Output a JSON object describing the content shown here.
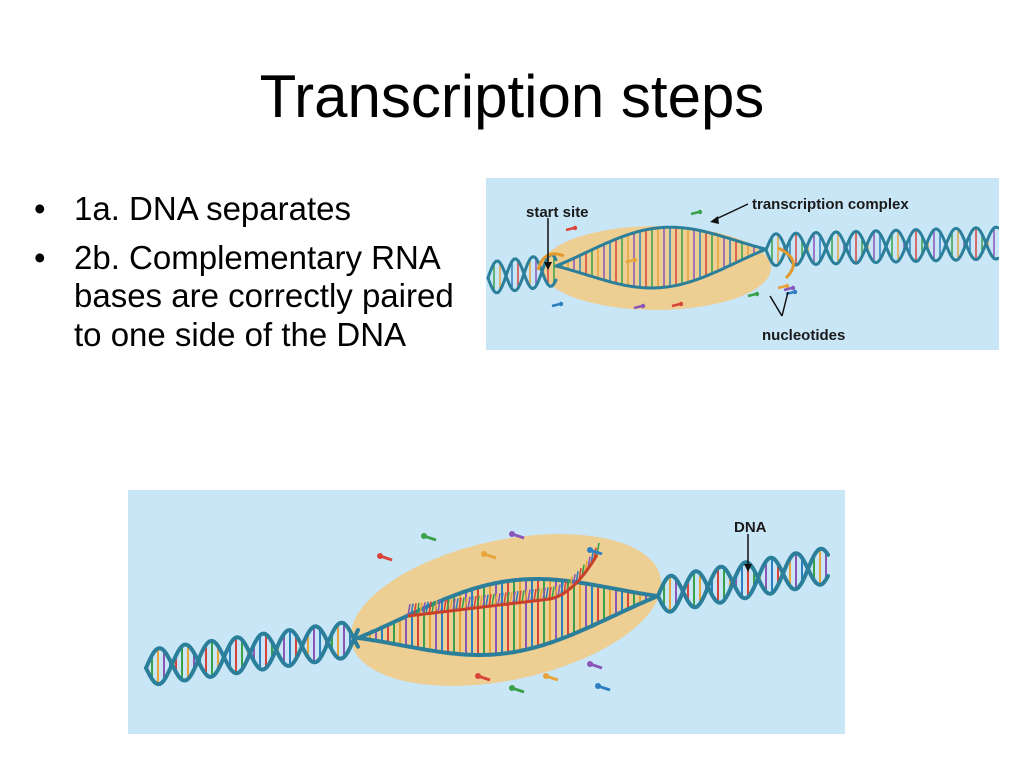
{
  "slide": {
    "title": "Transcription steps",
    "bullets": [
      {
        "marker": "•",
        "text": "1a. DNA separates"
      },
      {
        "marker": "•",
        "text": "2b. Complementary RNA bases are correctly paired to one side of the DNA"
      }
    ]
  },
  "diagram_top": {
    "labels": {
      "start_site": "start site",
      "transcription_complex": "transcription complex",
      "nucleotides": "nucleotides"
    },
    "colors": {
      "background": "#c9e6f7",
      "complex": "#f3c981",
      "dna_strand": "#2b7f9a",
      "arrow": "#e39a2c"
    }
  },
  "diagram_bottom": {
    "labels": {
      "dna": "DNA"
    },
    "colors": {
      "background": "#c9e6f7",
      "complex": "#f3c981",
      "dna_strand": "#2b7f9a",
      "rna_strand": "#c8402a"
    }
  },
  "base_colors": [
    "#d8443a",
    "#3aa14a",
    "#e8a33a",
    "#8a56b8",
    "#2e7fbf"
  ]
}
